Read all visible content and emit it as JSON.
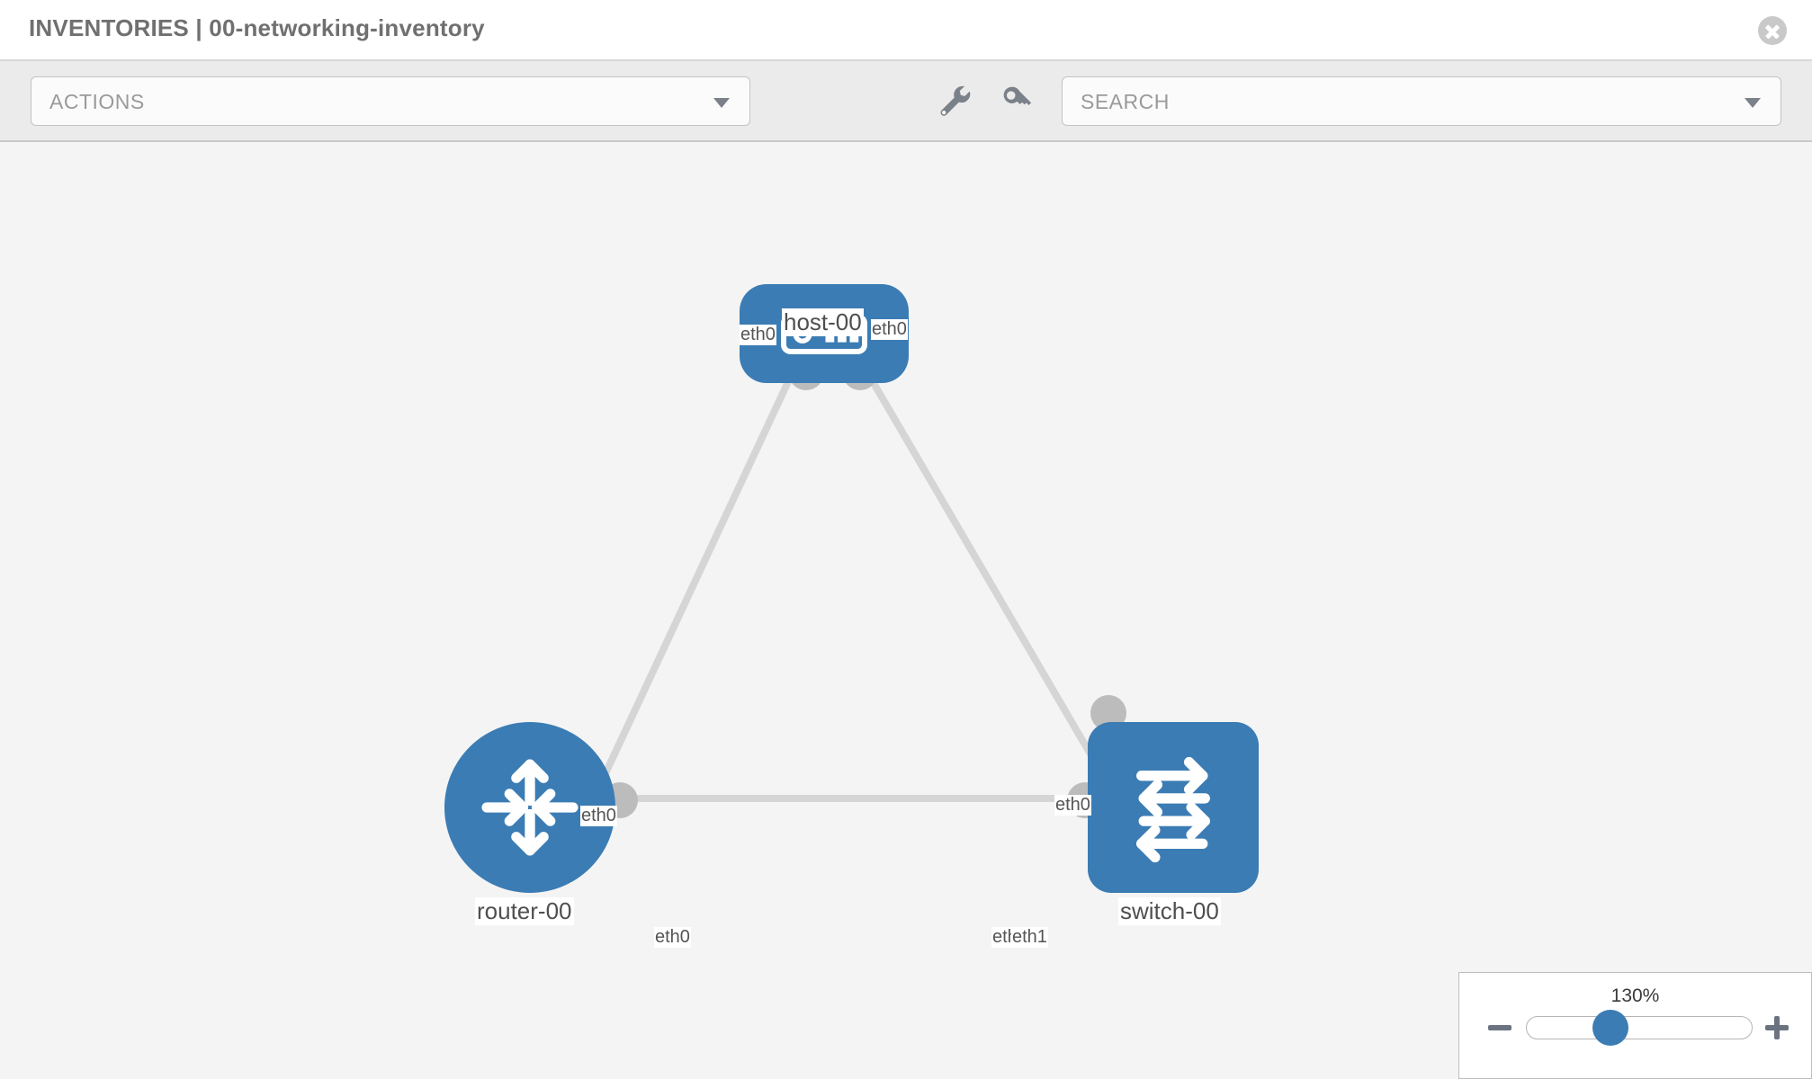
{
  "header": {
    "title": "INVENTORIES | 00-networking-inventory",
    "close_label": "×"
  },
  "toolbar": {
    "actions_label": "ACTIONS",
    "search_placeholder": "SEARCH",
    "wrench_icon": "wrench-icon",
    "key_icon": "key-icon"
  },
  "topology": {
    "nodes": [
      {
        "id": "host",
        "label": "host-00",
        "icon": "server-icon",
        "shape": "rounded-rect",
        "color": "#3b7cb4"
      },
      {
        "id": "router",
        "label": "router-00",
        "icon": "router-arrows-icon",
        "shape": "circle",
        "color": "#3b7cb4"
      },
      {
        "id": "switch",
        "label": "switch-00",
        "icon": "switch-arrows-icon",
        "shape": "rounded-square",
        "color": "#3b7cb4"
      }
    ],
    "interface_labels": {
      "host_left": "eth0",
      "host_right": "eth0",
      "router_to_host": "eth0",
      "switch_to_host": "eth0",
      "router_to_switch": "eth0",
      "switch_to_router_hidden": "eth",
      "switch_to_router": "eth1"
    },
    "links": [
      {
        "from": "router-00",
        "to": "host-00",
        "from_iface": "eth0",
        "to_iface": "eth0"
      },
      {
        "from": "host-00",
        "to": "switch-00",
        "from_iface": "eth0",
        "to_iface": "eth0"
      },
      {
        "from": "router-00",
        "to": "switch-00",
        "from_iface": "eth0",
        "to_iface": "eth1"
      }
    ],
    "link_color": "#d5d5d5",
    "endpoint_color": "#bcbcbc"
  },
  "zoom": {
    "value": "130%",
    "minus_label": "−",
    "plus_label": "+"
  }
}
